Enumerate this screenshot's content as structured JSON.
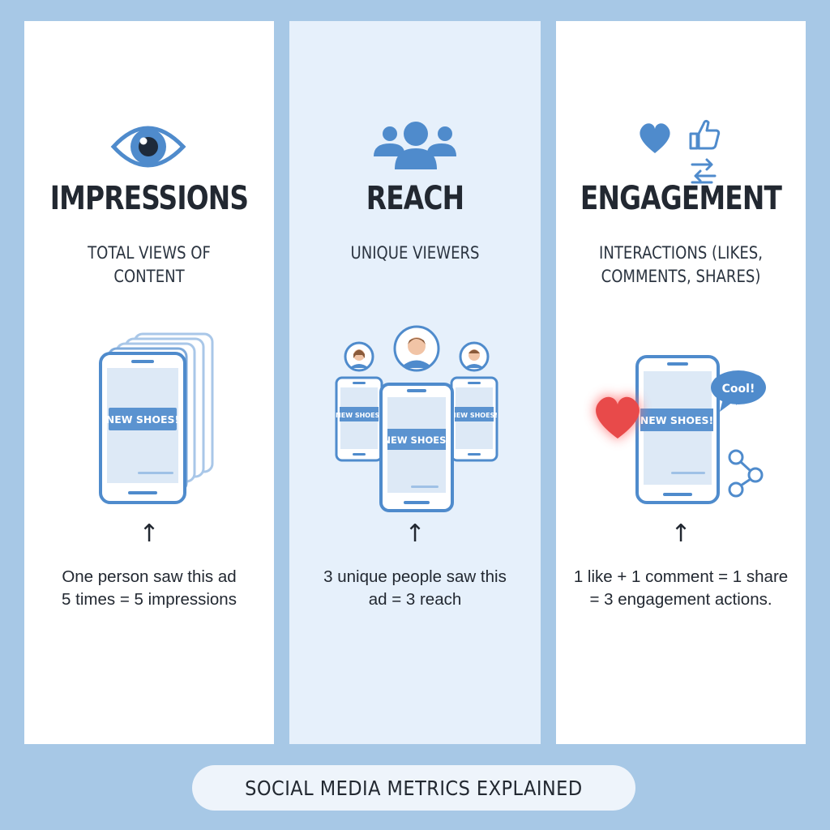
{
  "panels": [
    {
      "icon": "eye-icon",
      "title": "IMPRESSIONS",
      "subtitle_lines": [
        "TOTAL VIEWS OF",
        "CONTENT"
      ],
      "phone_banner": "NEW SHOES!",
      "arrow": "↑",
      "caption_lines": [
        "One person saw this ad",
        "5 times = 5 impressions"
      ]
    },
    {
      "icon": "people-group-icon",
      "title": "REACH",
      "subtitle_lines": [
        "UNIQUE VIEWERS"
      ],
      "phone_banner": "NEW SHOES!",
      "arrow": "↑",
      "caption_lines": [
        "3 unique people saw this",
        "ad = 3 reach"
      ]
    },
    {
      "icons": [
        "heart-icon",
        "thumbs-up-icon",
        "share-arrows-icon"
      ],
      "title": "ENGAGEMENT",
      "subtitle_lines": [
        "INTERACTIONS (LIKES,",
        "COMMENTS, SHARES)"
      ],
      "phone_banner": "NEW SHOES!",
      "comment_bubble": "Cool!",
      "arrow": "↑",
      "caption_lines": [
        "1 like + 1 comment = 1 share",
        "= 3 engagement actions."
      ]
    }
  ],
  "footer": "SOCIAL MEDIA METRICS EXPLAINED",
  "colors": {
    "background": "#a7c8e6",
    "accent": "#4f8bcc",
    "heart": "#e84a4a",
    "text": "#222831"
  }
}
